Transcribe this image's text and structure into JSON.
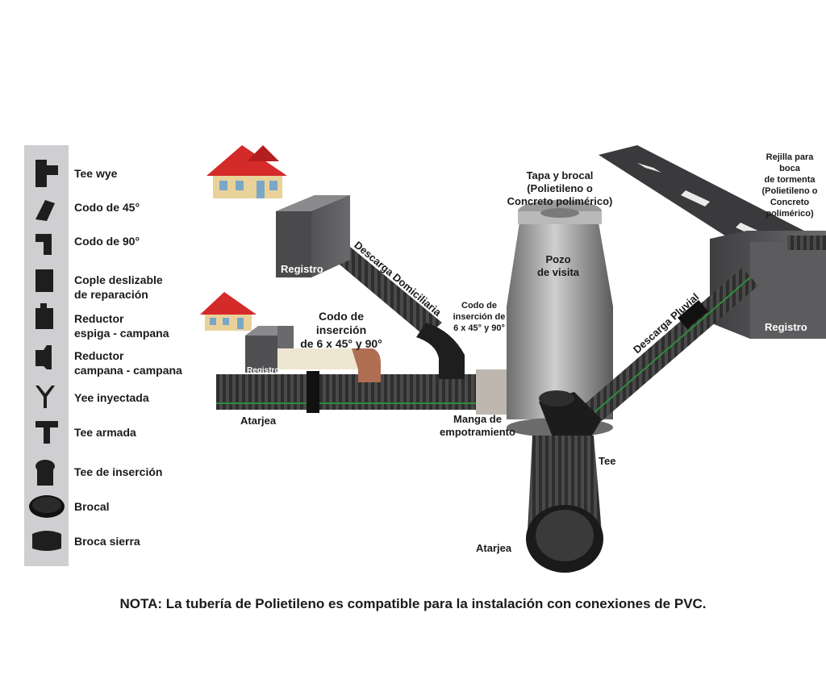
{
  "legend": {
    "items": [
      {
        "label": "Tee wye",
        "icon": "tee-wye-icon"
      },
      {
        "label": "Codo de 45°",
        "icon": "elbow-45-icon"
      },
      {
        "label": "Codo de 90°",
        "icon": "elbow-90-icon"
      },
      {
        "label": "Cople deslizable\nde reparación",
        "icon": "slip-coupling-icon"
      },
      {
        "label": "Reductor\nespiga - campana",
        "icon": "reducer-spigot-bell-icon"
      },
      {
        "label": "Reductor\ncampana - campana",
        "icon": "reducer-bell-bell-icon"
      },
      {
        "label": "Yee inyectada",
        "icon": "injected-wye-icon"
      },
      {
        "label": "Tee armada",
        "icon": "assembled-tee-icon"
      },
      {
        "label": "Tee de inserción",
        "icon": "insertion-tee-icon"
      },
      {
        "label": "Brocal",
        "icon": "manhole-rim-icon"
      },
      {
        "label": "Broca sierra",
        "icon": "hole-saw-icon"
      }
    ]
  },
  "diagram": {
    "registro_1": "Registro",
    "registro_2": "Registro",
    "registro_3": "Registro",
    "descarga_domiciliaria": "Descarga Domiciliaria",
    "codo_insercion_small": "Codo de\ninserción de\n6 x 45° y 90°",
    "codo_insercion_large": "Codo de\ninserción\nde 6 x 45° y 90°",
    "tapa_brocal": "Tapa y brocal\n(Polietileno o\nConcreto polimérico)",
    "pozo_visita": "Pozo\nde visita",
    "rejilla": "Rejilla para\nboca\nde tormenta\n(Polietileno o\nConcreto\npolimérico)",
    "descarga_pluvial": "Descarga Pluvial",
    "atarjea_left": "Atarjea",
    "atarjea_bottom": "Atarjea",
    "manga": "Manga de\nempotramiento",
    "tee": "Tee"
  },
  "note": "NOTA: La tubería de Polietileno es compatible para la instalación con conexiones de PVC.",
  "colors": {
    "pipe": "#2b2b2b",
    "pipe_stripe": "#2f8a3c",
    "roof": "#d42a2a",
    "house_wall": "#e8d29a",
    "legend_bg": "#cfcfd1",
    "registro": "#555558"
  }
}
